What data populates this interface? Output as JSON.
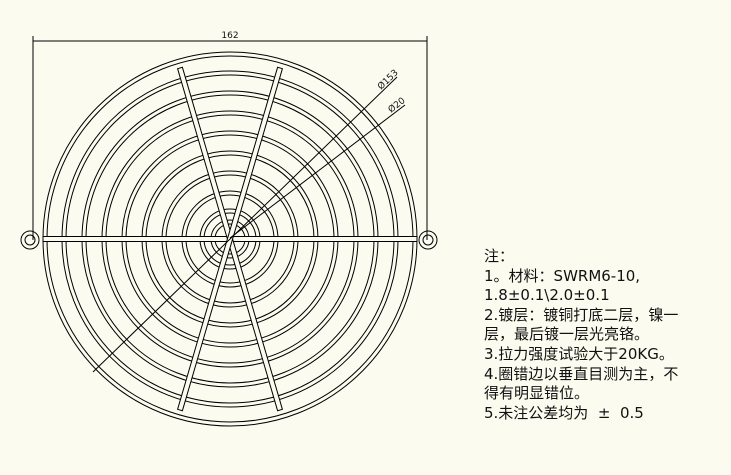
{
  "drawing": {
    "overall_width_label": "162",
    "outer_diameter_label": "Ø153",
    "inner_diameter_label": "Ø20",
    "line_color": "#000000",
    "background_color": "#fcfbf0"
  },
  "notes": {
    "title": "注：",
    "lines": [
      "1。材料：SWRM6-10,",
      "1.8±0.1\\2.0±0.1",
      "2.镀层：镀铜打底二层，镍一",
      "层，最后镀一层光亮铬。",
      "3.拉力强度试验大于20KG。",
      "4.圈错边以垂直目测为主，不",
      "得有明显错位。",
      "5.未注公差均为  ±  0.5"
    ]
  }
}
